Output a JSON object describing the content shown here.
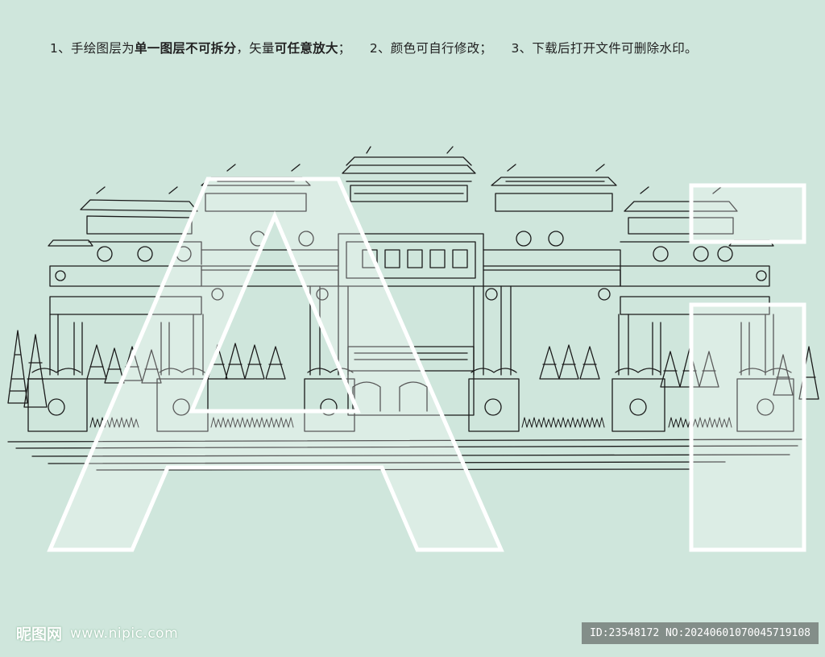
{
  "instructions": {
    "item1_prefix": "1、手绘图层为",
    "item1_bold": "单一图层不可拆分",
    "item1_mid": "，矢量",
    "item1_bold2": "可任意放大",
    "item1_end": "；",
    "item2": "2、颜色可自行修改；",
    "item3": "3、下载后打开文件可删除水印。"
  },
  "watermark": {
    "letters": "AI",
    "site_name": "昵图网",
    "site_url": "www.nipic.com",
    "id_text": "ID:23548172 NO:20240601070045719108"
  },
  "colors": {
    "background": "#cfe6dc",
    "ink": "#1a1a1a",
    "watermark": "#ffffff"
  }
}
